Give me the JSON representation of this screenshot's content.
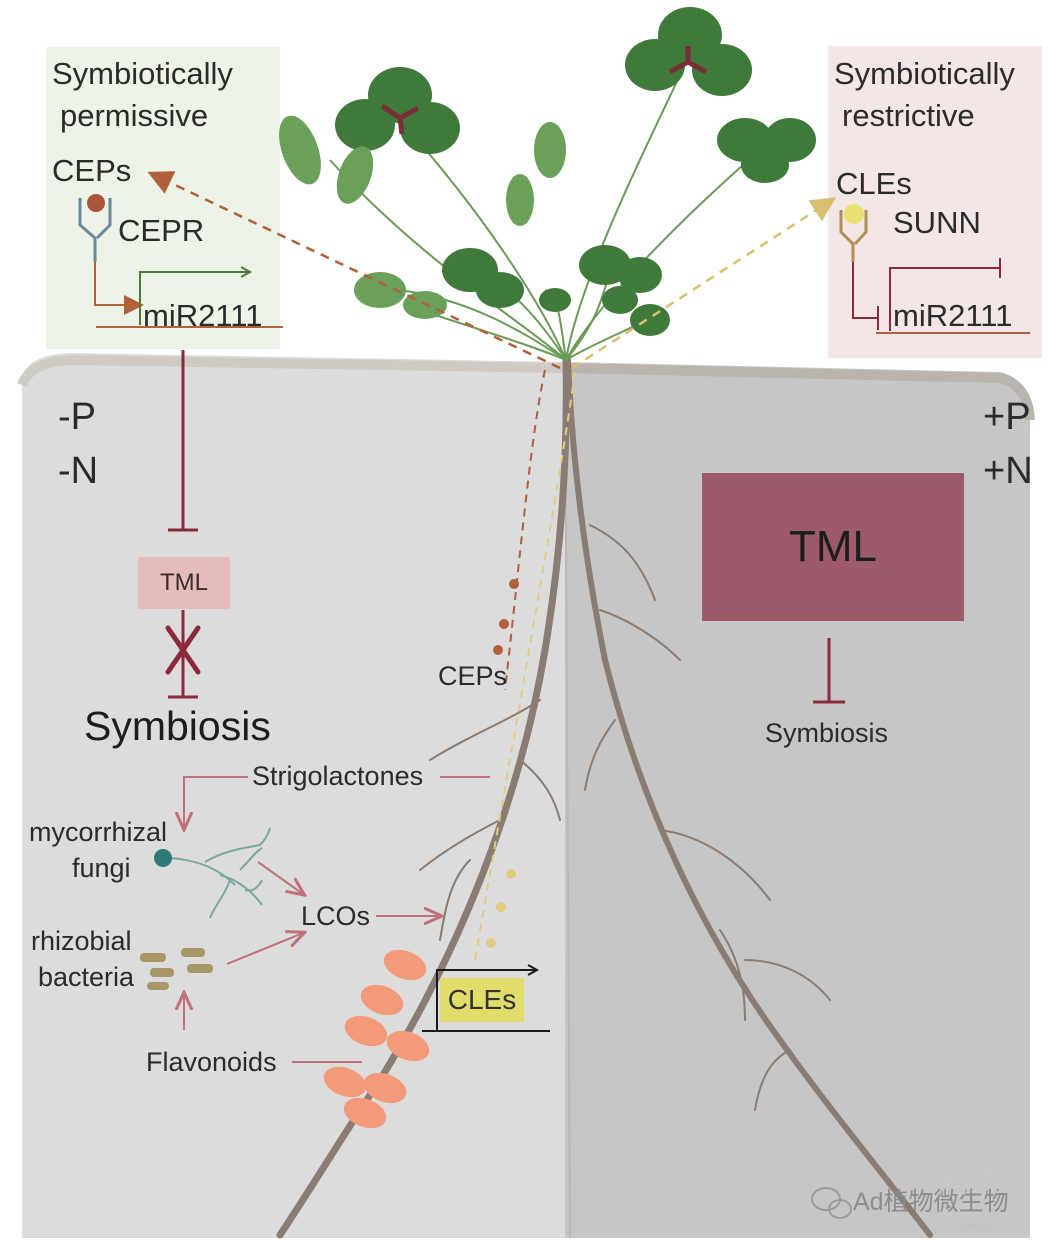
{
  "left_panel": {
    "title_line1": "Symbiotically",
    "title_line2": "permissive",
    "peptide": "CEPs",
    "receptor": "CEPR",
    "gene": "miR2111",
    "color": "#edf3e6"
  },
  "right_panel": {
    "title_line1": "Symbiotically",
    "title_line2": "restrictive",
    "peptide": "CLEs",
    "receptor": "SUNN",
    "gene": "miR2111",
    "color": "#f3e6e6"
  },
  "left_soil": {
    "condition_p": "-P",
    "condition_n": "-N",
    "tml": "TML",
    "symbiosis": "Symbiosis",
    "ceps_signal": "CEPs",
    "strigolactones": "Strigolactones",
    "mycorrhizal_line1": "mycorrhizal",
    "mycorrhizal_line2": "fungi",
    "lcos": "LCOs",
    "rhizobial_line1": "rhizobial",
    "rhizobial_line2": "bacteria",
    "flavonoids": "Flavonoids",
    "cles_gene": "CLEs"
  },
  "right_soil": {
    "condition_p": "+P",
    "condition_n": "+N",
    "tml": "TML",
    "symbiosis": "Symbiosis"
  },
  "watermark": {
    "source": "Ad植物微生物",
    "brand": "科果",
    "brand_sub": "SciMall"
  },
  "colors": {
    "leaf": "#3f7a3a",
    "leaf_light": "#6aa05a",
    "root": "#8a7c72",
    "inhibit": "#8b2a3a",
    "cep_arrow": "#b0603a",
    "cle_arrow": "#d8c070",
    "nodule": "#f29a7a",
    "tml_dark": "#9c5a6a",
    "tml_light": "#e5bcbc"
  }
}
